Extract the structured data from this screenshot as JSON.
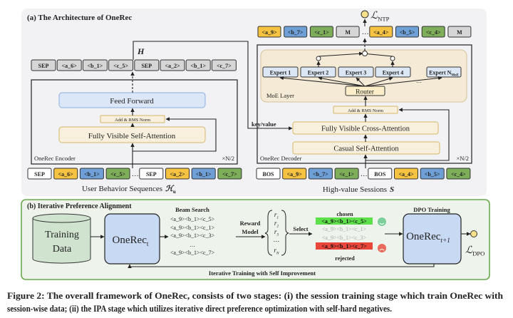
{
  "panel_a": {
    "title": "(a) The Architecture of OneRec",
    "encoder": {
      "label": "OneRec Encoder",
      "repeat": "×N/2",
      "feed_forward": "Feed Forward",
      "add_norm": "Add & RMS Norm",
      "self_attention": "Fully Visible Self-Attention",
      "output_label": "H",
      "output_tokens": [
        "SEP",
        "<a_6>",
        "<b_1>",
        "<c_5>",
        "SEP",
        "<a_2>",
        "<b_1>",
        "<c_7>"
      ],
      "input_tokens": [
        "SEP",
        "<a_6>",
        "<b_1>",
        "<c_5>",
        "…",
        "SEP",
        "<a_2>",
        "<b_1>",
        "<c_7>"
      ],
      "input_caption": "User Behavior Sequences",
      "input_symbol": "ℋ",
      "input_symbol_sub": "u"
    },
    "decoder": {
      "label": "OneRec Decoder",
      "repeat": "×N/2",
      "key_value": "key/value",
      "moe_label": "MoE Layer",
      "experts": [
        "Expert 1",
        "Expert 2",
        "Expert 3",
        "Expert 4"
      ],
      "expert_last": "Expert N",
      "expert_last_sub": "MoE",
      "router": "Router",
      "add_norm": "Add & RMS Norm",
      "cross_attention": "Fully Visible Cross-Attention",
      "causal_attention": "Casual Self-Attention",
      "output_tokens": [
        "<a_9>",
        "<b_7>",
        "<c_1>",
        "M",
        "…",
        "<a_4>",
        "<b_5>",
        "<c_4>",
        "M"
      ],
      "input_tokens": [
        "BOS",
        "<a_9>",
        "<b_7>",
        "<c_1>",
        "…",
        "BOS",
        "<a_4>",
        "<b_5>",
        "<c_4>"
      ],
      "input_caption": "High-value Sessions",
      "input_symbol": "S",
      "loss": "ℒ",
      "loss_sub": "NTP"
    }
  },
  "panel_b": {
    "title": "(b) Iterative Preference Alignment",
    "training_data": [
      "Training",
      "Data"
    ],
    "model_t": "OneRec",
    "model_t_sub": "t",
    "beam_search_title": "Beam Search",
    "beam_results": [
      "<a_9><b_1><c_5>",
      "<a_9><b_1><c_1>",
      "<a_9><b_1><c_3>",
      "…",
      "<a_9><b_1><c_7>"
    ],
    "reward_model": [
      "Reward",
      "Model"
    ],
    "rewards": [
      [
        "r",
        "1"
      ],
      [
        "r",
        "2"
      ],
      [
        "r",
        "3"
      ],
      [
        "…",
        ""
      ],
      [
        "r",
        "N"
      ]
    ],
    "select": "Select",
    "chosen_label": "chosen",
    "rejected_label": "rejected",
    "candidates": [
      {
        "text": "<a_9><b_1><c_5>",
        "status": "chosen"
      },
      {
        "text": "<a_9><b_1><c_1>",
        "status": "unused"
      },
      {
        "text": "<a_9><b_1><c_3>",
        "status": "unused"
      },
      {
        "text": "<a_9><b_1><c_7>",
        "status": "rejected"
      }
    ],
    "dpo_title": "DPO Training",
    "model_next": "OneRec",
    "model_next_sub": "t+1",
    "loss": "ℒ",
    "loss_sub": "DPO",
    "loop_label": "Iterative Training with Self Improvement"
  },
  "caption": [
    "Figure 2: The overall framework of OneRec, consists of two stages: (i) the session training stage which train OneRec with",
    "session-wise data; (ii) the IPA stage which utilizes iterative direct preference optimization with self-hard negatives."
  ],
  "colors": {
    "token_a": "#f5c242",
    "token_b": "#6e9fd6",
    "token_c": "#7eae5a",
    "token_special": "#d6d6d6",
    "token_input_special": "#ffffff",
    "ffn": "#dbe6f6",
    "attention": "#f8f0dc",
    "moe": "#f4ead6",
    "expert": "#dce7f5",
    "router": "#fbeec9",
    "panel_a_bg": "#f2f2f5",
    "panel_b_bg": "#eef3ec",
    "panel_b_border": "#6aa84f",
    "cylinder": "#cfe3cf",
    "model_box": "#c8d9f3",
    "chosen": "#5ee04a",
    "rejected": "#e8463a",
    "loss_dot": "#f7e08a"
  }
}
